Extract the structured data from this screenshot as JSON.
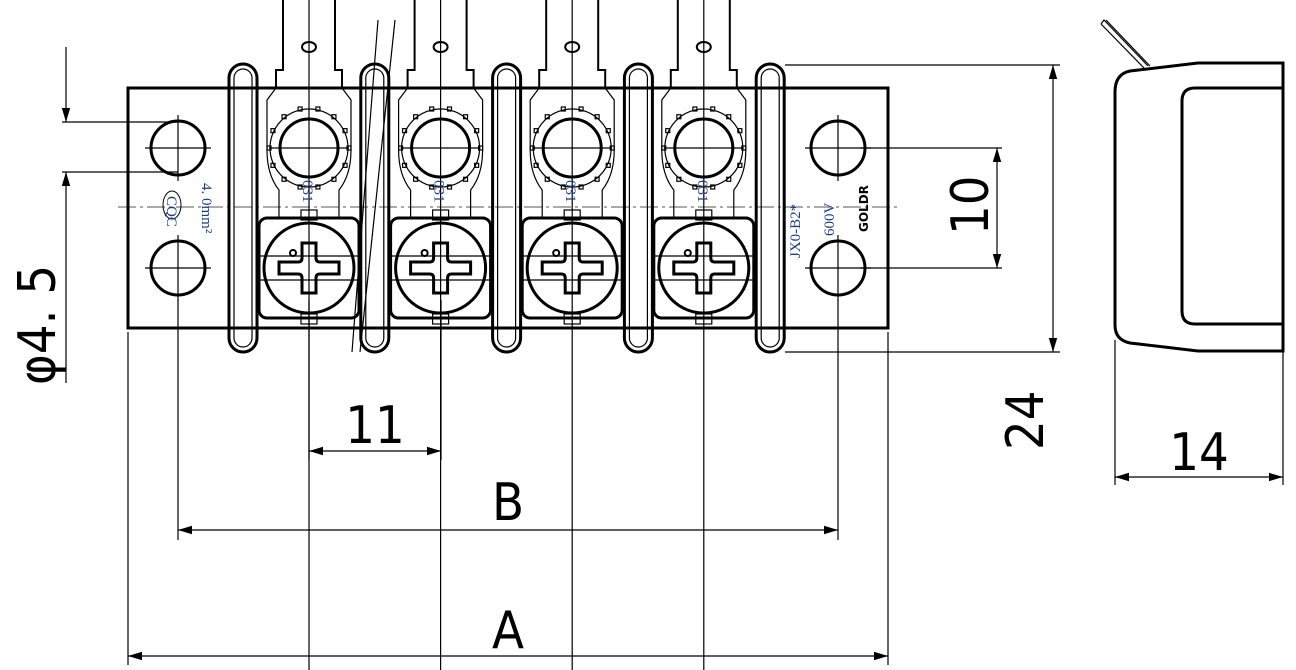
{
  "drawing": {
    "terminal_count": 4,
    "terminal_marking": "031",
    "left_markings": {
      "cert": "CQC",
      "wire_size": "4. 0mm²"
    },
    "right_markings": {
      "model": "JX0-B2*",
      "voltage": "600V",
      "brand": "GOLDR"
    },
    "dimensions": {
      "hole_diameter": "φ4. 5",
      "pitch": "11",
      "mount_spacing": "B",
      "overall_length": "A",
      "hole_spacing_vertical": "10",
      "height": "24",
      "depth": "14"
    },
    "colors": {
      "line": "#000000",
      "marking_text": "#1a3a8a"
    }
  }
}
